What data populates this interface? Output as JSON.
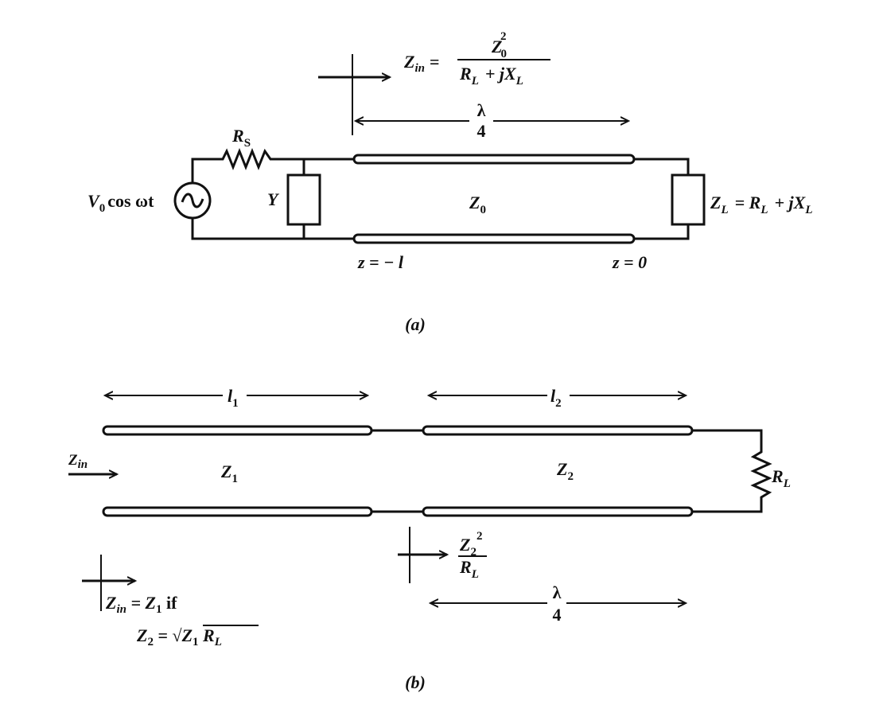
{
  "figure_a": {
    "zin_label": "Z",
    "zin_sub": "in",
    "equals": "=",
    "num_base": "Z",
    "num_sub": "0",
    "num_sup": "2",
    "den_r": "R",
    "den_r_sub": "L",
    "den_plus": "+ jX",
    "den_x_sub": "L",
    "lambda": "λ",
    "four": "4",
    "rs": "R",
    "rs_sub": "S",
    "source": "V",
    "source_sub": "0",
    "source_rest": "cos ωt",
    "y_label": "Y",
    "z0": "Z",
    "z0_sub": "0",
    "zl": "Z",
    "zl_sub": "L",
    "zl_eq": "= R",
    "zl_r_sub": "L",
    "zl_plus": "+ jX",
    "zl_x_sub": "L",
    "z_minus_l": "z = − l",
    "z_zero": "z = 0",
    "caption": "(a)"
  },
  "figure_b": {
    "l1": "l",
    "l1_sub": "1",
    "l2": "l",
    "l2_sub": "2",
    "zin": "Z",
    "zin_sub": "in",
    "z1": "Z",
    "z1_sub": "1",
    "z2": "Z",
    "z2_sub": "2",
    "rl": "R",
    "rl_sub": "L",
    "frac_num": "Z",
    "frac_num_sub": "2",
    "frac_num_sup": "2",
    "frac_den": "R",
    "frac_den_sub": "L",
    "lambda": "λ",
    "four": "4",
    "cond1_a": "Z",
    "cond1_a_sub": "in",
    "cond1_b": " = Z",
    "cond1_b_sub": "1",
    "cond1_c": " if",
    "cond2_a": "Z",
    "cond2_a_sub": "2",
    "cond2_b": " = √",
    "cond2_c": "Z",
    "cond2_c_sub": "1",
    "cond2_d": " R",
    "cond2_d_sub": "L",
    "caption": "(b)"
  }
}
